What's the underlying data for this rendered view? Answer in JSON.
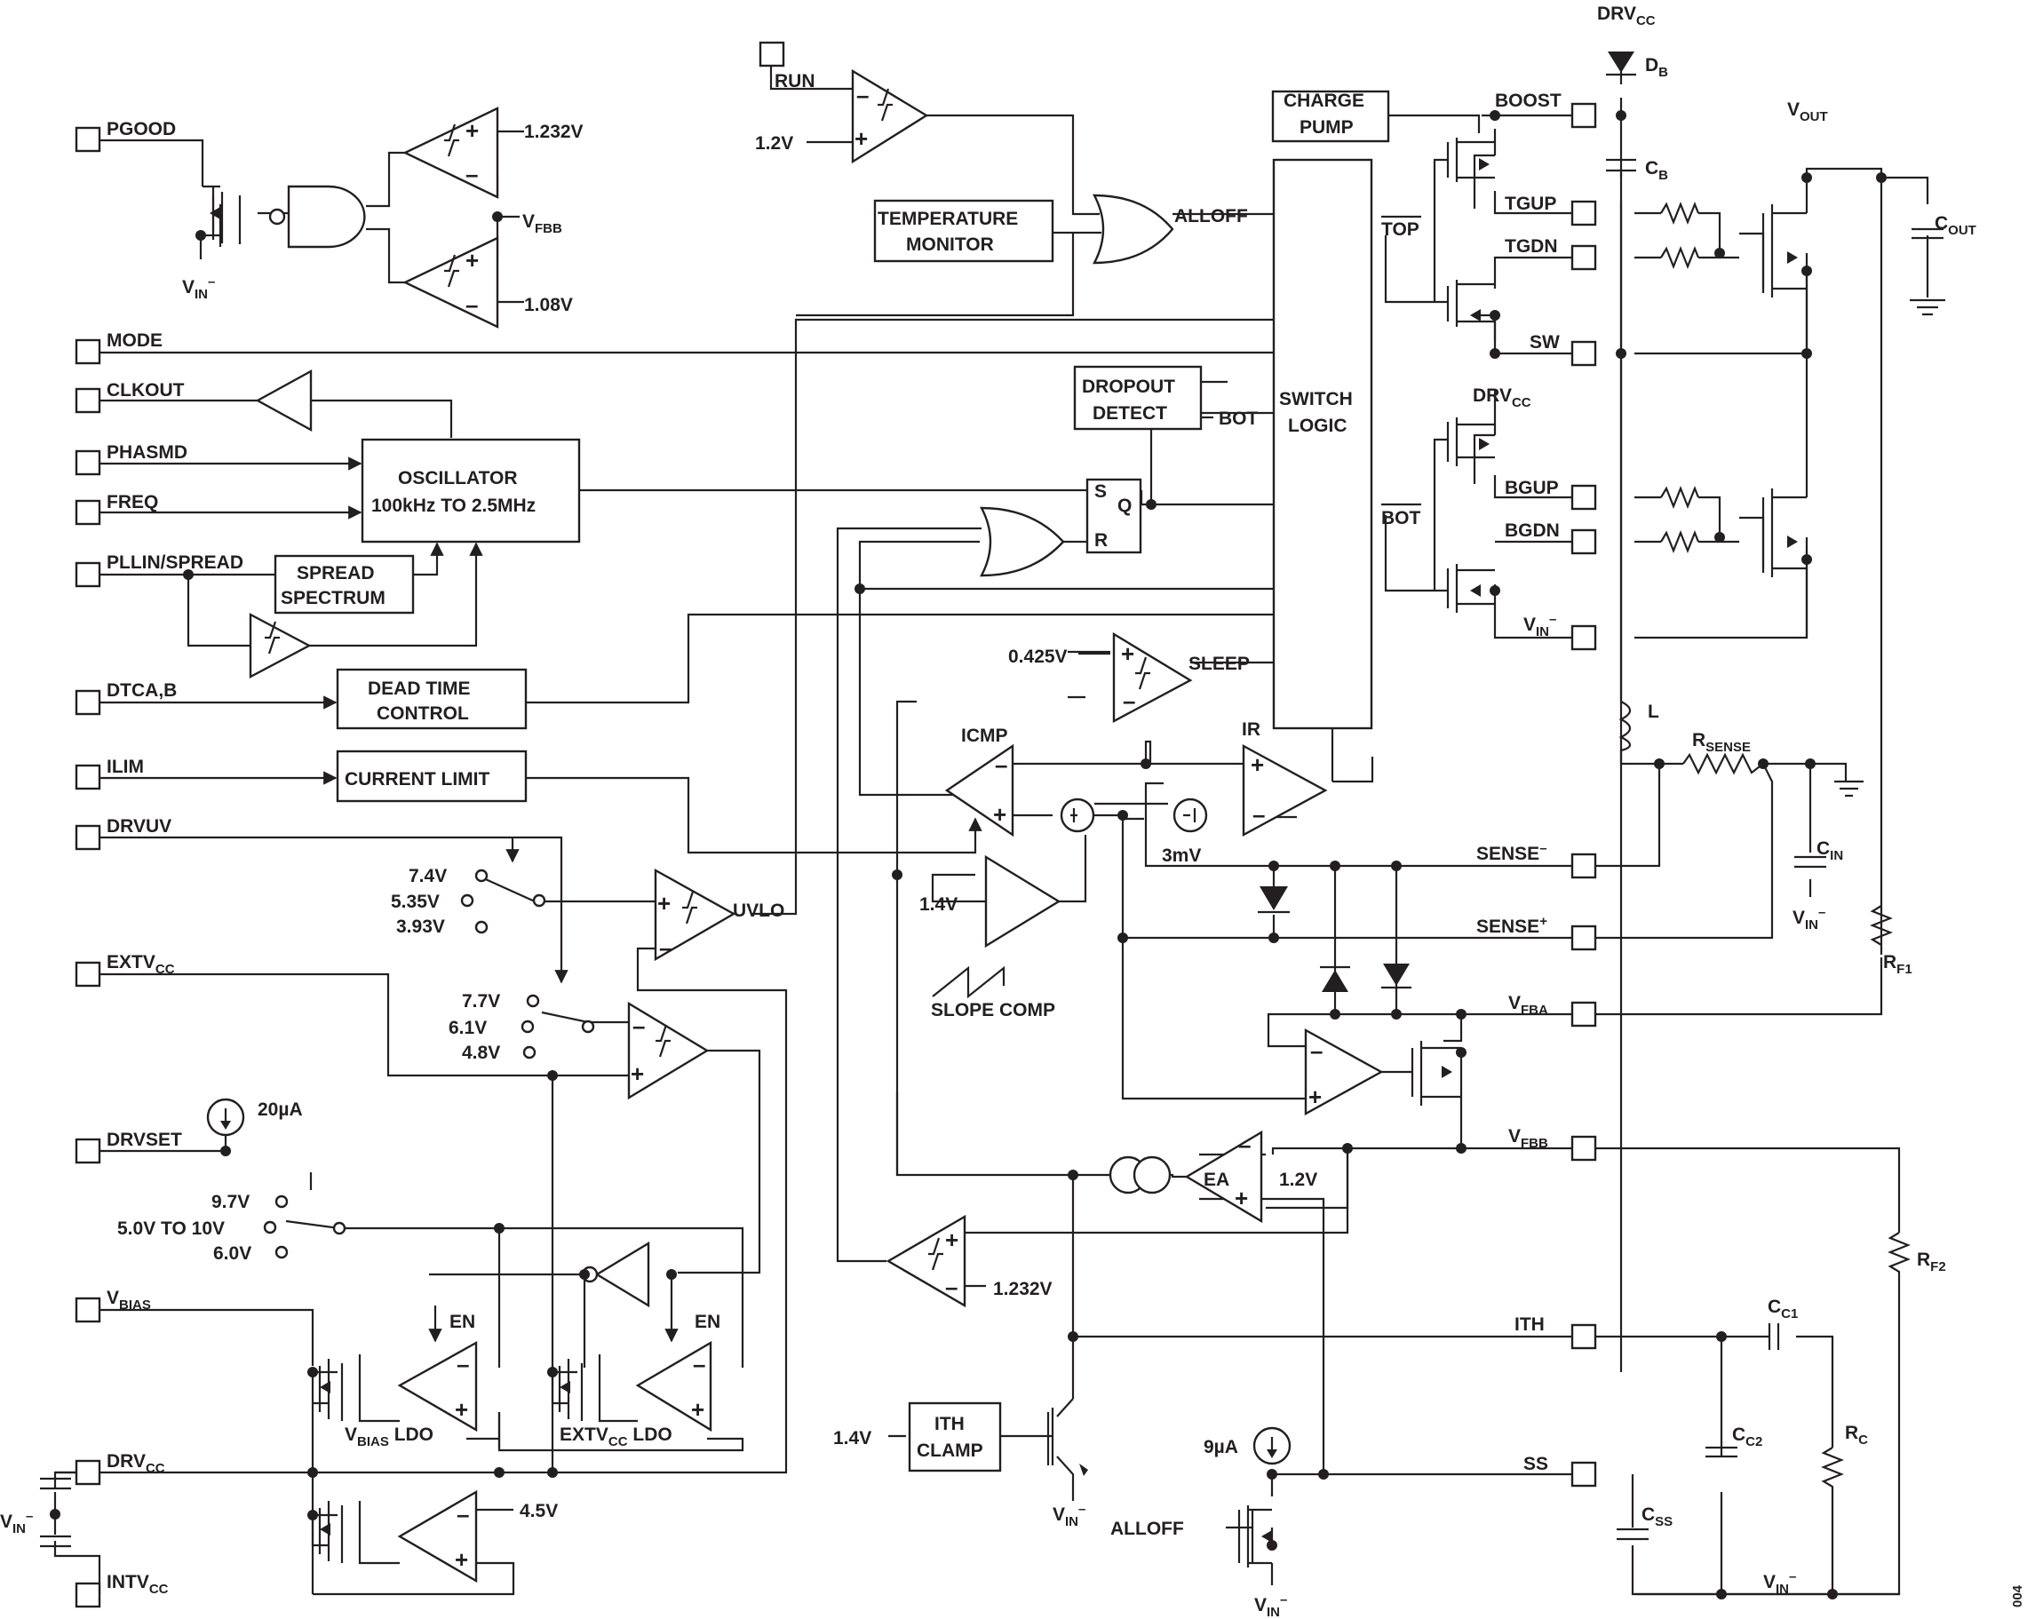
{
  "pins": {
    "pgood": "PGOOD",
    "mode": "MODE",
    "clkout": "CLKOUT",
    "phasmd": "PHASMD",
    "freq": "FREQ",
    "pllin": "PLLIN/SPREAD",
    "dtca": "DTCA,B",
    "ilim": "ILIM",
    "drvuv": "DRVUV",
    "extvcc": "EXTV",
    "extvcc_sub": "CC",
    "drvset": "DRVSET",
    "vbias": "V",
    "vbias_sub": "BIAS",
    "drvcc": "DRV",
    "drvcc_sub": "CC",
    "intvcc": "INTV",
    "intvcc_sub": "CC",
    "run": "RUN",
    "boost": "BOOST",
    "tgup": "TGUP",
    "tgdn": "TGDN",
    "sw": "SW",
    "bgup": "BGUP",
    "bgdn": "BGDN",
    "vin": "V",
    "vin_sub": "IN",
    "vin_sup": "–",
    "sense_minus": "SENSE",
    "sense_minus_sup": "–",
    "sense_plus": "SENSE",
    "sense_plus_sup": "+",
    "vfba": "V",
    "vfba_sub": "FBA",
    "vfbb": "V",
    "vfbb_sub": "FBB",
    "ith": "ITH",
    "ss": "SS"
  },
  "blocks": {
    "charge_pump_1": "CHARGE",
    "charge_pump_2": "PUMP",
    "temp_1": "TEMPERATURE",
    "temp_2": "MONITOR",
    "dropout_1": "DROPOUT",
    "dropout_2": "DETECT",
    "switch_1": "SWITCH",
    "switch_2": "LOGIC",
    "osc_1": "OSCILLATOR",
    "osc_2": "100kHz TO 2.5MHz",
    "spread_1": "SPREAD",
    "spread_2": "SPECTRUM",
    "dead_1": "DEAD TIME",
    "dead_2": "CONTROL",
    "current_limit": "CURRENT LIMIT",
    "ith_clamp_1": "ITH",
    "ith_clamp_2": "CLAMP"
  },
  "labels": {
    "v1232": "1.232V",
    "v108": "1.08V",
    "vfbb_ref": "V",
    "vfbb_ref_sub": "FBB",
    "v12": "1.2V",
    "alloff": "ALLOFF",
    "top": "TOP",
    "bot": "BOT",
    "bot_dash": "BOT",
    "drvcc_top": "DRV",
    "drvcc_top_sub": "CC",
    "db": "D",
    "db_sub": "B",
    "cb": "C",
    "cb_sub": "B",
    "vout": "V",
    "vout_sub": "OUT",
    "cout": "C",
    "cout_sub": "OUT",
    "drvcc_mid": "DRV",
    "drvcc_mid_sub": "CC",
    "s": "S",
    "q": "Q",
    "r": "R",
    "v0425": "0.425V",
    "sleep": "SLEEP",
    "icmp": "ICMP",
    "ir": "IR",
    "l": "L",
    "rsense": "R",
    "rsense_sub": "SENSE",
    "cin": "C",
    "cin_sub": "IN",
    "v3mv": "3mV",
    "v14": "1.4V",
    "slope_comp": "SLOPE COMP",
    "uvlo": "UVLO",
    "v74": "7.4V",
    "v535": "5.35V",
    "v393": "3.93V",
    "v77": "7.7V",
    "v61": "6.1V",
    "v48": "4.8V",
    "i20": "20µA",
    "v97": "9.7V",
    "v5to10": "5.0V TO 10V",
    "v60": "6.0V",
    "en": "EN",
    "vbias_ldo": "V",
    "vbias_ldo_sub": "BIAS",
    "vbias_ldo_suffix": " LDO",
    "extvcc_ldo": "EXTV",
    "extvcc_ldo_sub": "CC",
    "extvcc_ldo_suffix": " LDO",
    "v45": "4.5V",
    "ea": "EA",
    "ea_ref": "1.2V",
    "v1232b": "1.232V",
    "rf1": "R",
    "rf1_sub": "F1",
    "rf2": "R",
    "rf2_sub": "F2",
    "cc1": "C",
    "cc1_sub": "C1",
    "cc2": "C",
    "cc2_sub": "C2",
    "rc": "R",
    "rc_sub": "C",
    "css": "C",
    "css_sub": "SS",
    "i9": "9µA",
    "v14b": "1.4V",
    "fig_id": "004"
  }
}
